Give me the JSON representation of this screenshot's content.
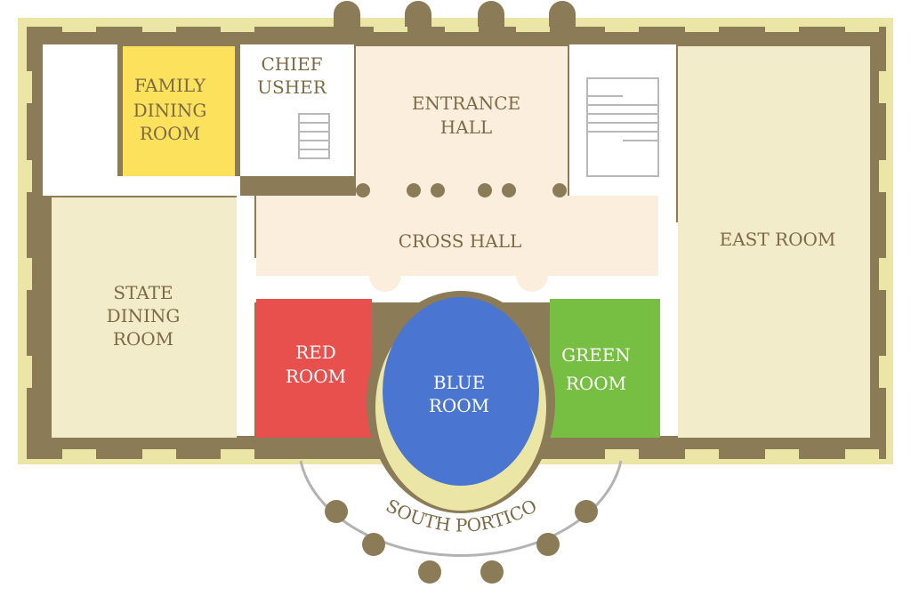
{
  "colors": {
    "wall": "#8b7b57",
    "trim": "#ece6a6",
    "hall": "#fbeedd",
    "east_room": "#f3eccb",
    "state_dining": "#f3eccb",
    "family_dining": "#fbe15c",
    "red_room": "#e8504d",
    "blue_room": "#4a76d1",
    "green_room": "#77bf43",
    "label_dark": "#7d6a45",
    "label_light": "#ffffff",
    "portico_arc": "#b3b3b3"
  },
  "rooms": {
    "family_dining": [
      "FAMILY",
      "DINING",
      "ROOM"
    ],
    "chief_usher": [
      "CHIEF",
      "USHER"
    ],
    "entrance_hall": [
      "ENTRANCE",
      "HALL"
    ],
    "cross_hall": [
      "CROSS HALL"
    ],
    "east_room": [
      "EAST ROOM"
    ],
    "state_dining": [
      "STATE",
      "DINING",
      "ROOM"
    ],
    "red_room": [
      "RED",
      "ROOM"
    ],
    "blue_room": [
      "BLUE",
      "ROOM"
    ],
    "green_room": [
      "GREEN",
      "ROOM"
    ],
    "south_portico": "SOUTH PORTICO"
  }
}
